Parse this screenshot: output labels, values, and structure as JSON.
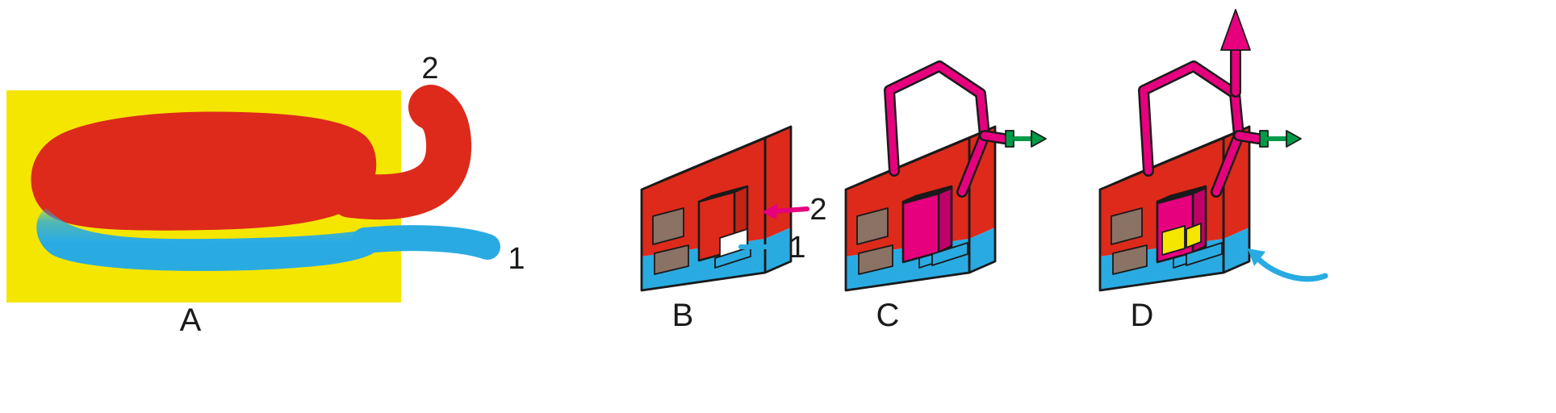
{
  "figure": {
    "panels": {
      "a": {
        "label": "A",
        "marker_top": "2",
        "marker_bottom": "1"
      },
      "b": {
        "label": "B",
        "marker_smoke": "2",
        "marker_air": "1"
      },
      "c": {
        "label": "C"
      },
      "d": {
        "label": "D"
      }
    }
  },
  "colors": {
    "background": "#ffffff",
    "yellow": "#f5e600",
    "red": "#dd2a1b",
    "red_dark": "#c22415",
    "blue": "#29abe2",
    "magenta": "#e6007e",
    "magenta_dark": "#c00069",
    "green": "#009b48",
    "brown": "#8a7265",
    "outline": "#1a1a1a",
    "text": "#1a1a1a"
  }
}
